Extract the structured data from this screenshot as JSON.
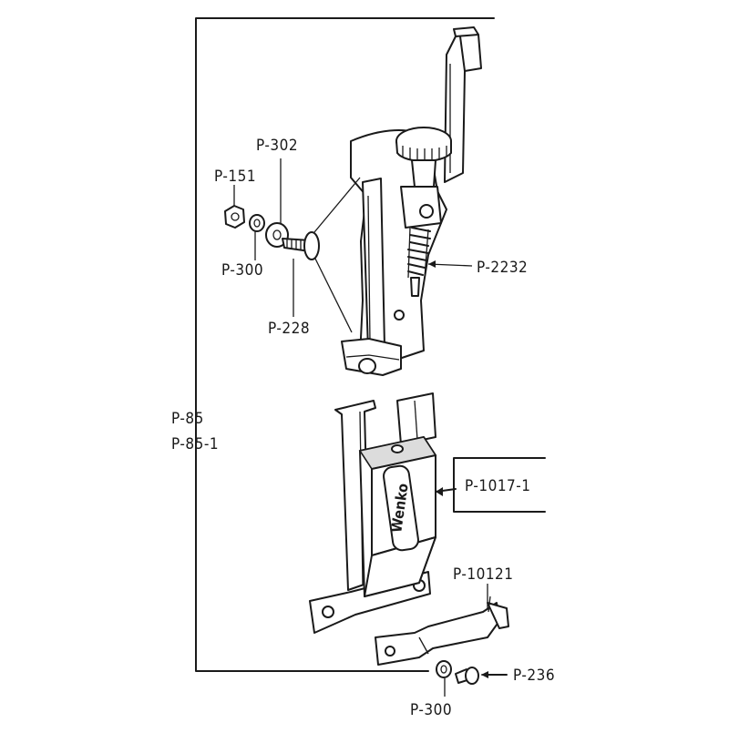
{
  "diagram": {
    "labels": {
      "p302": "P-302",
      "p151": "P-151",
      "p300_top": "P-300",
      "p228": "P-228",
      "p2232": "P-2232",
      "p85": "P-85",
      "p85_1": "P-85-1",
      "p1017_1": "P-1017-1",
      "p10121": "P-10121",
      "p236": "P-236",
      "p300_bottom": "P-300"
    },
    "logo_text": "Wenko"
  }
}
